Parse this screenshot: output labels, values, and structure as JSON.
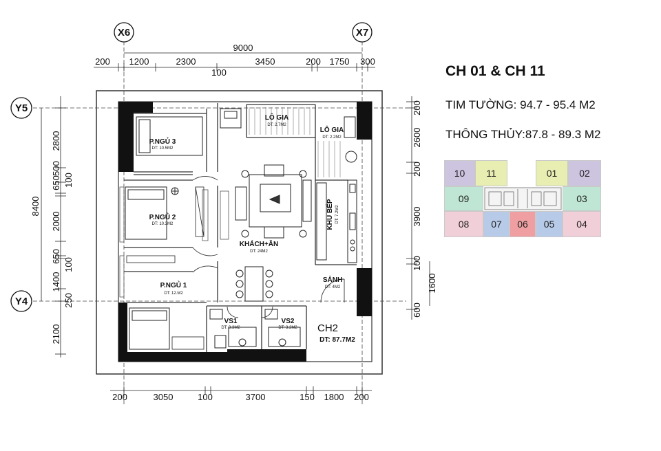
{
  "header": {
    "title": "CH 01 & CH 11",
    "wall_area": "TIM TƯỜNG: 94.7 - 95.4 M2",
    "clear_area": "THÔNG THỦY:87.8 - 89.3 M2"
  },
  "plan": {
    "axes": {
      "x6": "X6",
      "x7": "X7",
      "y5": "Y5",
      "y4": "Y4"
    },
    "top_total": "9000",
    "top_dims": [
      "200",
      "1200",
      "2300",
      "3450",
      "200",
      "1750",
      "300"
    ],
    "top_mid": "100",
    "bottom_dims": [
      "200",
      "3050",
      "100",
      "3700",
      "150",
      "1800",
      "200"
    ],
    "left_total": "8400",
    "left_dims": [
      "2800",
      "650",
      "500",
      "100",
      "2000",
      "650",
      "100",
      "1400",
      "250",
      "2100"
    ],
    "right_dims": [
      "200",
      "2600",
      "200",
      "3900",
      "100",
      "600"
    ],
    "right_outer": "1600",
    "rooms": {
      "bed3": {
        "name": "P.NGỦ 3",
        "area": "DT: 10.5M2"
      },
      "bed2": {
        "name": "P.NGỦ 2",
        "area": "DT: 10.3M2"
      },
      "bed1": {
        "name": "P.NGỦ 1",
        "area": "DT: 12.M2"
      },
      "loggia1": {
        "name": "LÔ GIA",
        "area": "DT: 2.7M2"
      },
      "loggia2": {
        "name": "LÔ GIA",
        "area": "DT: 2.2M2"
      },
      "kitchen": {
        "name": "KHU BẾP",
        "area": "DT: 7.2M2"
      },
      "living": {
        "name": "KHÁCH+ĂN",
        "area": "DT: 24M2"
      },
      "hall": {
        "name": "SẢNH",
        "area": "DT: 4M2"
      },
      "wc1": {
        "name": "VS1",
        "area": "DT: 3.3M2"
      },
      "wc2": {
        "name": "VS2",
        "area": "DT: 3.2M2"
      }
    },
    "unit_label": "CH2",
    "unit_area": "DT: 87.7M2"
  },
  "keyplan": {
    "units": [
      {
        "id": "10",
        "color": "#cdc4e0"
      },
      {
        "id": "11",
        "color": "#e8edb1"
      },
      {
        "id": "01",
        "color": "#e8edb1"
      },
      {
        "id": "02",
        "color": "#cdc4e0"
      },
      {
        "id": "09",
        "color": "#bfe6d4"
      },
      {
        "id": "03",
        "color": "#bfe6d4"
      },
      {
        "id": "08",
        "color": "#f1cfd9"
      },
      {
        "id": "07",
        "color": "#b7cbe9"
      },
      {
        "id": "06",
        "color": "#ef9fa2"
      },
      {
        "id": "05",
        "color": "#b7cbe9"
      },
      {
        "id": "04",
        "color": "#f1cfd9"
      }
    ]
  }
}
